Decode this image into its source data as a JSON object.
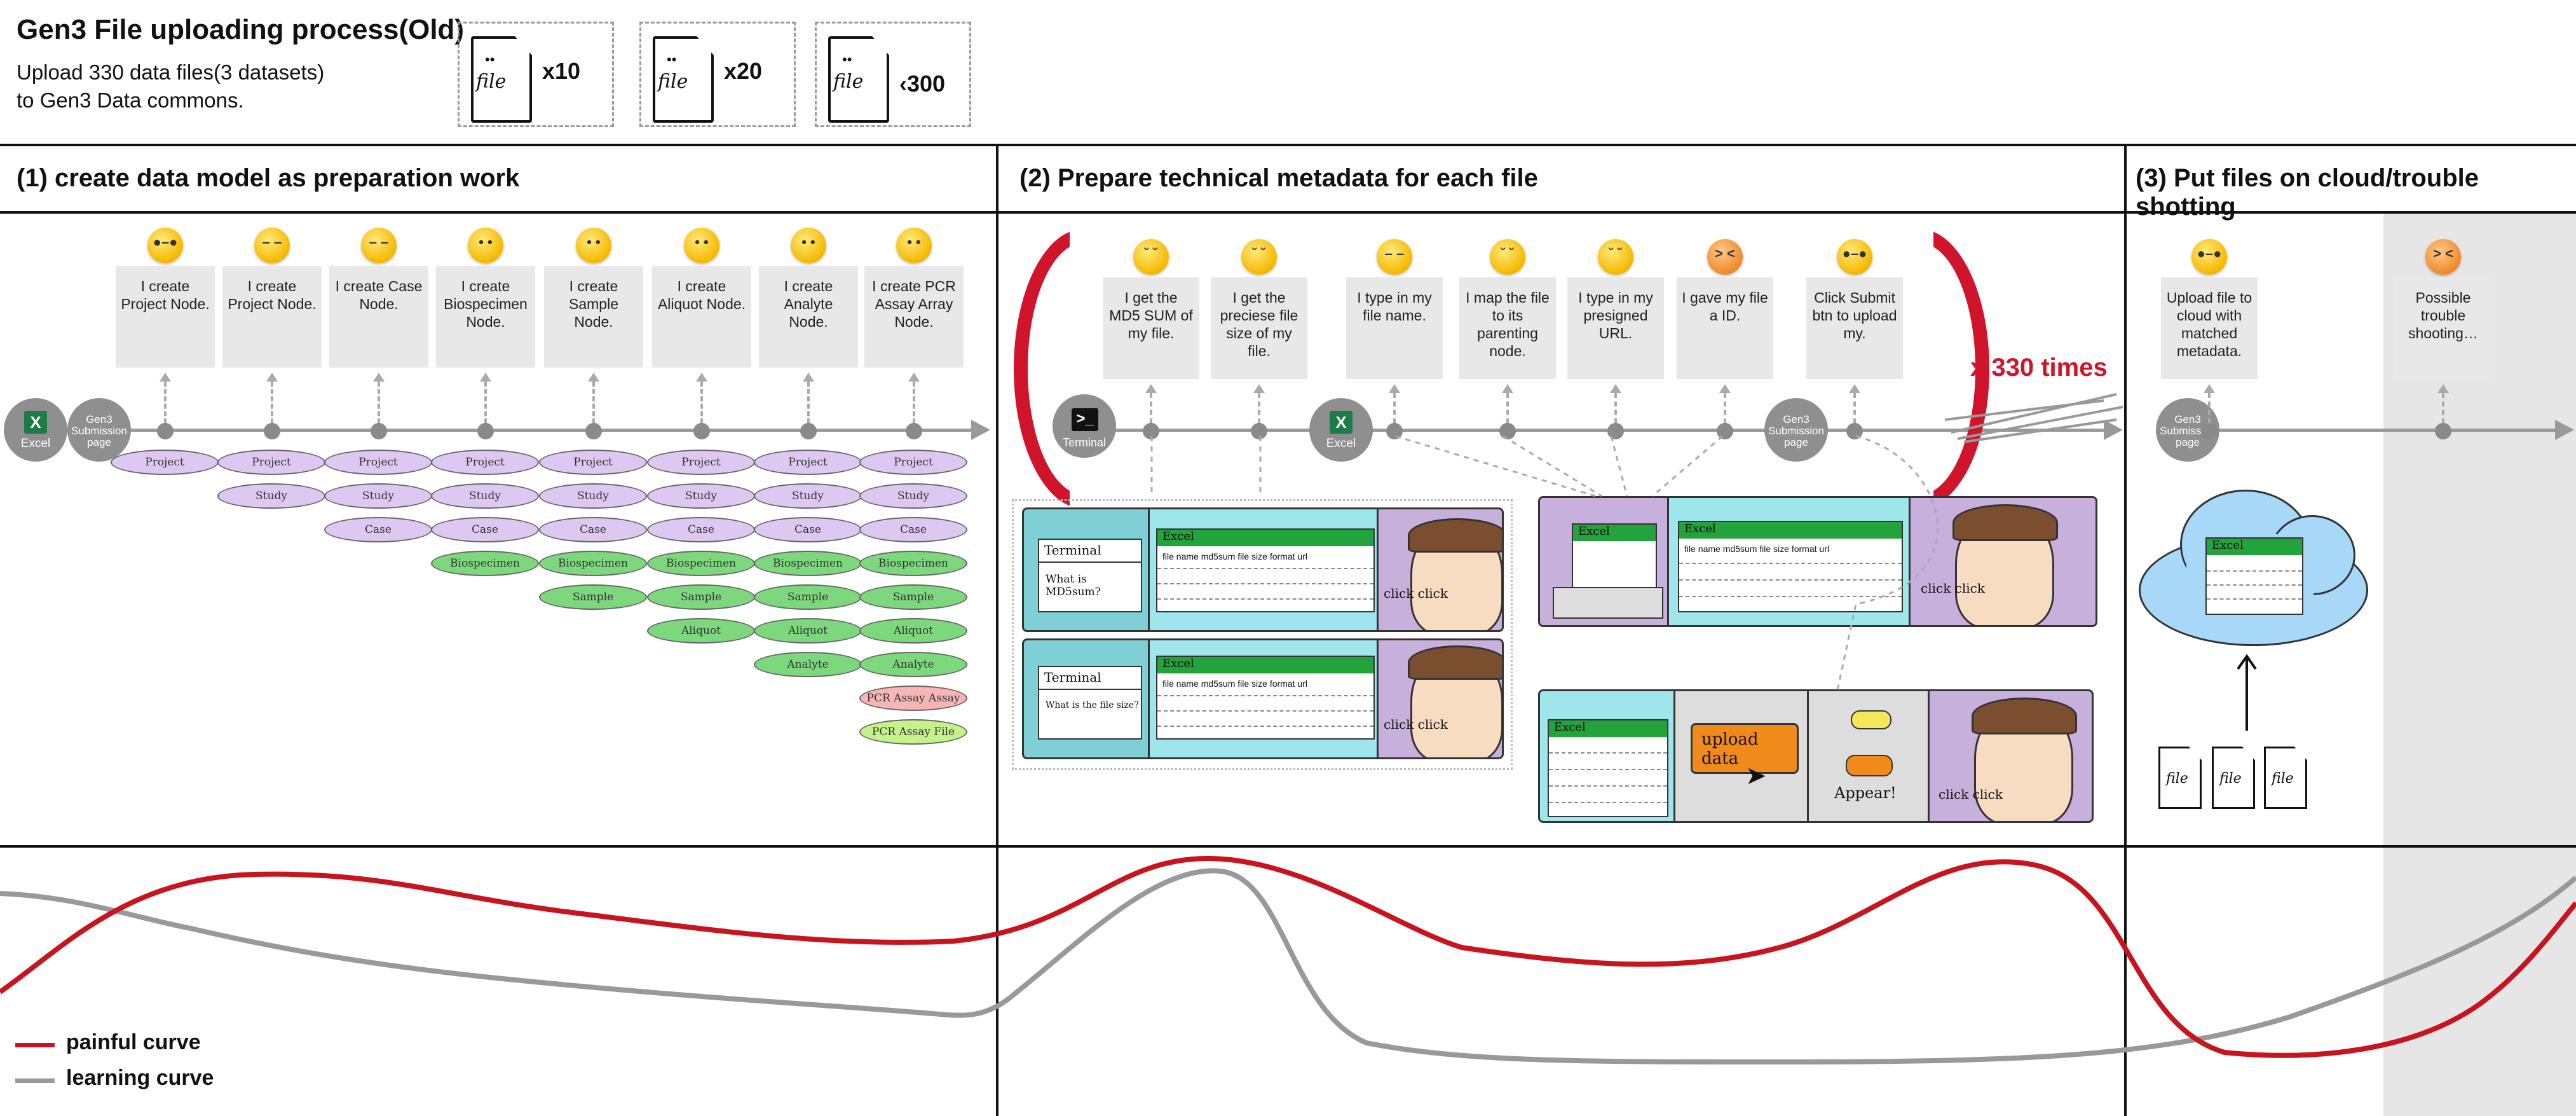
{
  "header": {
    "title": "Gen3 File uploading process(Old)",
    "subtitle_line1": "Upload 330 data files(3 datasets)",
    "subtitle_line2": "to Gen3 Data commons.",
    "file_groups": [
      {
        "label": "file",
        "multiplier": "x10"
      },
      {
        "label": "file",
        "multiplier": "x20"
      },
      {
        "label": "file",
        "multiplier": "‹300"
      }
    ]
  },
  "sections": {
    "s1": {
      "title": "(1) create data model as preparation work"
    },
    "s2": {
      "title": "(2) Prepare technical metadata for each file"
    },
    "s3": {
      "title": "(3) Put files on cloud/trouble shotting"
    }
  },
  "nodes": {
    "excel": {
      "label": "Excel",
      "icon": "excel-icon"
    },
    "gen3": {
      "label_1": "Gen3",
      "label_2": "Submission",
      "label_3": "page"
    },
    "terminal": {
      "label": "Terminal",
      "icon": "terminal-icon"
    }
  },
  "s1_steps": [
    {
      "text": "I create Project Node.",
      "emotion": "nerd"
    },
    {
      "text": "I create Project Node.",
      "emotion": "neutral"
    },
    {
      "text": "I create Case Node.",
      "emotion": "neutral"
    },
    {
      "text": "I create Biospecimen Node.",
      "emotion": "worried"
    },
    {
      "text": "I create Sample Node.",
      "emotion": "worried"
    },
    {
      "text": "I create Aliquot Node.",
      "emotion": "worried"
    },
    {
      "text": "I create Analyte Node.",
      "emotion": "worried"
    },
    {
      "text": "I create PCR Assay Array Node.",
      "emotion": "worried"
    }
  ],
  "s1_stacks": [
    [
      "Project"
    ],
    [
      "Project",
      "Study"
    ],
    [
      "Project",
      "Study",
      "Case"
    ],
    [
      "Project",
      "Study",
      "Case",
      "Biospecimen"
    ],
    [
      "Project",
      "Study",
      "Case",
      "Biospecimen",
      "Sample"
    ],
    [
      "Project",
      "Study",
      "Case",
      "Biospecimen",
      "Sample",
      "Aliquot"
    ],
    [
      "Project",
      "Study",
      "Case",
      "Biospecimen",
      "Sample",
      "Aliquot",
      "Analyte"
    ],
    [
      "Project",
      "Study",
      "Case",
      "Biospecimen",
      "Sample",
      "Aliquot",
      "Analyte",
      "PCR Assay Assay",
      "PCR Assay File"
    ]
  ],
  "s2_steps": [
    {
      "text": "I get the MD5 SUM of my file.",
      "emotion": "sad"
    },
    {
      "text": "I get the preciese file size of my file.",
      "emotion": "sad"
    },
    {
      "text": "I type in my file name.",
      "emotion": "neutral"
    },
    {
      "text": "I map the file to its parenting node.",
      "emotion": "sad"
    },
    {
      "text": "I type in my presigned URL.",
      "emotion": "sad"
    },
    {
      "text": "I gave my file a ID.",
      "emotion": "angry"
    },
    {
      "text": "Click Submit btn to upload my.",
      "emotion": "nerd"
    }
  ],
  "repeat_label": "x 330 times",
  "s3_steps": [
    {
      "text": "Upload file to cloud with matched metadata.",
      "emotion": "nerd"
    },
    {
      "text": "Possible trouble shooting…",
      "emotion": "angry"
    }
  ],
  "comics": {
    "terminal_title": "Terminal",
    "md5_question": "What is MD5sum?",
    "size_question": "What is the file size?",
    "excel_title": "Excel",
    "sheet_header": "file name  md5sum  file size  format  url",
    "click_text": "click click",
    "upload_label": "upload data",
    "appear_text": "Appear!"
  },
  "cloud_files": [
    "file",
    "file",
    "file"
  ],
  "legend": {
    "painful": {
      "label": "painful curve",
      "color": "#c8141e"
    },
    "learning": {
      "label": "learning curve",
      "color": "#999999"
    }
  },
  "icons": {
    "nerd": "●–●",
    "neutral": "– –",
    "worried": "• •",
    "sad": "˘ ˘",
    "angry": "> <"
  }
}
